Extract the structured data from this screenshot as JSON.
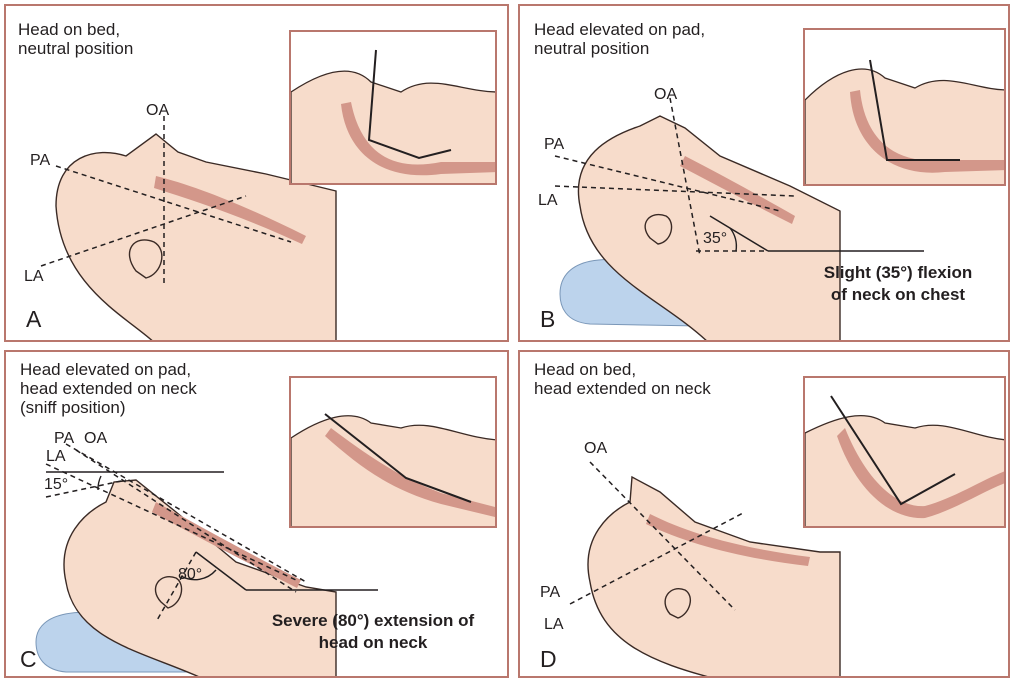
{
  "panels": {
    "a": {
      "caption": "Head on bed,\nneutral position",
      "letter": "A",
      "axis_labels": {
        "oa": "OA",
        "pa": "PA",
        "la": "LA"
      }
    },
    "b": {
      "caption": "Head elevated on pad,\nneutral position",
      "letter": "B",
      "axis_labels": {
        "oa": "OA",
        "pa": "PA",
        "la": "LA"
      },
      "angle": "35°",
      "note_line1": "Slight (35°) flexion",
      "note_line2": "of neck on chest"
    },
    "c": {
      "caption": "Head elevated on pad,\nhead extended on neck\n(sniff position)",
      "letter": "C",
      "axis_labels": {
        "pa": "PA",
        "oa": "OA",
        "la": "LA"
      },
      "angle_small": "15°",
      "angle": "80°",
      "note_line1": "Severe (80°) extension of",
      "note_line2": "head on neck"
    },
    "d": {
      "caption": "Head on bed,\nhead extended on neck",
      "letter": "D",
      "axis_labels": {
        "oa": "OA",
        "pa": "PA",
        "la": "LA"
      }
    }
  },
  "colors": {
    "frame": "#b9776d",
    "skin": "#f7dccb",
    "skin_outline": "#3a2a25",
    "airway": "#d3978a",
    "pad": "#bcd3ec"
  }
}
